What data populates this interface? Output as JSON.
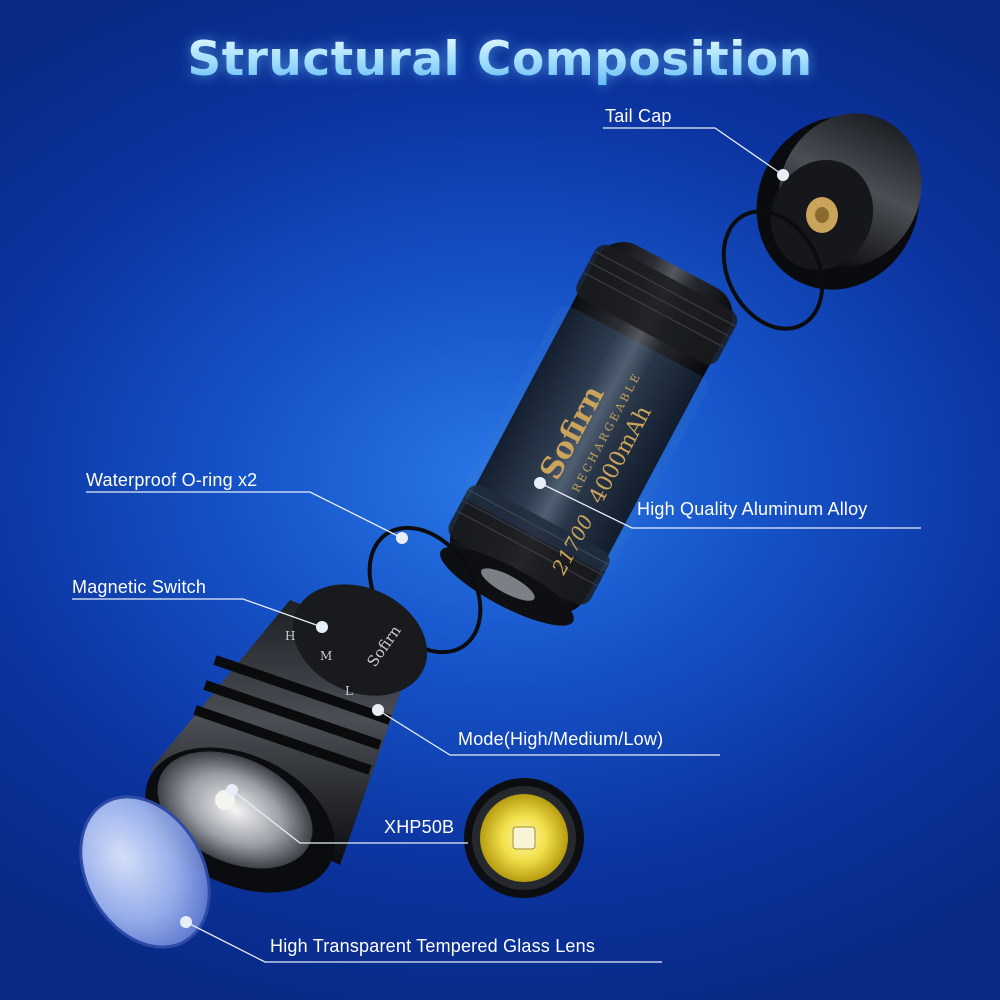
{
  "title": "Structural Composition",
  "labels": {
    "tail_cap": "Tail Cap",
    "o_ring": "Waterproof O-ring x2",
    "magnetic_switch": "Magnetic  Switch",
    "aluminum": "High Quality Aluminum Alloy",
    "mode": "Mode(High/Medium/Low)",
    "led": "XHP50B",
    "lens": "High Transparent Tempered Glass Lens"
  },
  "product_text": {
    "battery_brand": "Sofirn",
    "battery_sub": "RECHARGEABLE",
    "battery_capacity": "4000mAh",
    "battery_type": "21700",
    "head_brand": "Sofirn",
    "mode_h": "H",
    "mode_m": "M",
    "mode_l": "L"
  },
  "colors": {
    "background": "#1553c8",
    "title": "#9fdcff",
    "label": "#ffffff",
    "metal": "#111317"
  }
}
